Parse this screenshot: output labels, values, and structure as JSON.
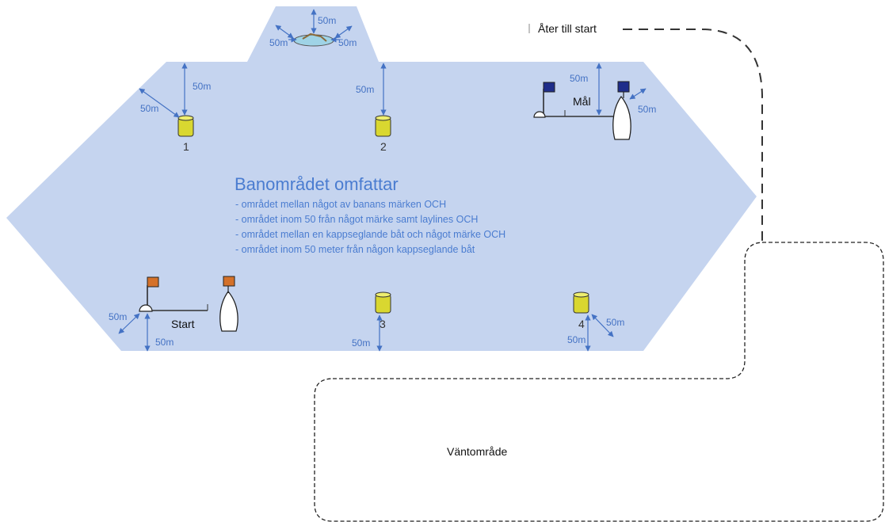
{
  "title": "Banområdet omfattar",
  "bullets": [
    "-    området mellan något av banans märken OCH",
    "-    området inom 50 från något märke samt laylines OCH",
    "-    området mellan en kappseglande båt och något märke OCH",
    "-    området inom 50 meter från någon kappseglande båt"
  ],
  "return_label": "Åter till start",
  "finish_label": "Mål",
  "start_label": "Start",
  "waiting_label": "Väntområde",
  "marks": [
    "1",
    "2",
    "3",
    "4"
  ],
  "distance_label": "50m",
  "colors": {
    "area": "#c5d4ef",
    "text_accent": "#4a7cd0",
    "arrow": "#4472c4",
    "buoy": "#d9d730",
    "finish_flag": "#1f2d8a",
    "start_flag": "#d4712a"
  }
}
